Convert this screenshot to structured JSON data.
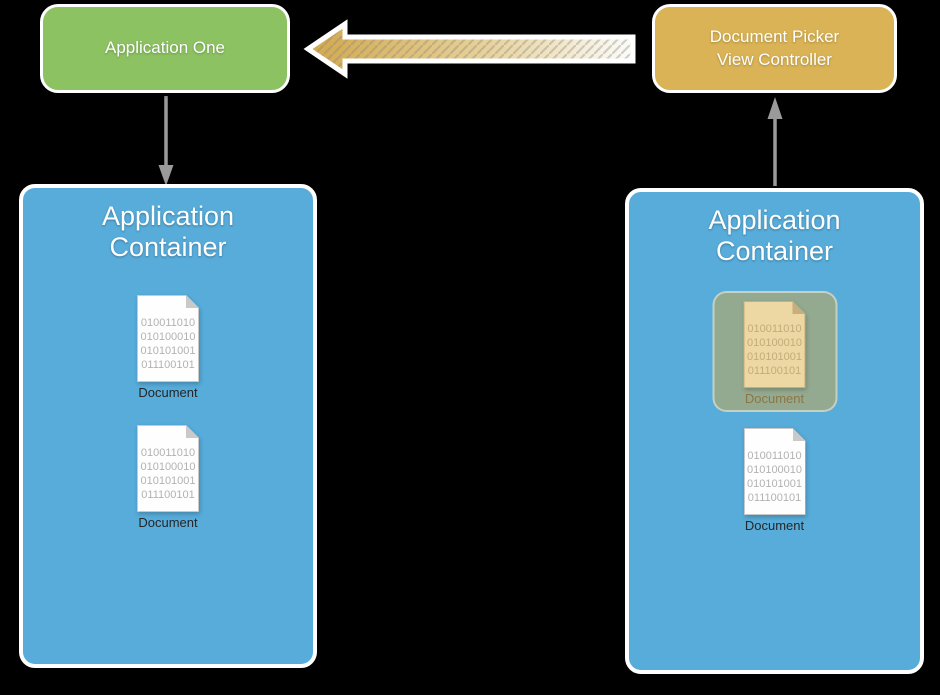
{
  "colors": {
    "canvas-bg": "#000000",
    "node-green": "#8CC262",
    "node-gold": "#D9B355",
    "container-blue": "#57ACDA",
    "selection-bg": "#94AA90",
    "arrow-gray": "#9A9A9A",
    "big-arrow-gold": "#D2A84B",
    "big-arrow-mid": "#E8D29A",
    "big-arrow-light": "#FCFCF9",
    "doc-bg": "#FEFEFE",
    "doc-border": "#C9C9C9",
    "doc-binary": "#B2B2B2",
    "doc-label": "#262626",
    "doc-tinted-bg": "#EDD7A2",
    "doc-tinted-border": "#C6AE7D",
    "doc-tinted-binary": "#C3AB7B",
    "doc-tinted-label": "#8E7544"
  },
  "nodes": {
    "app_one": {
      "label": "Application One"
    },
    "picker": {
      "label": "Document Picker View Controller"
    }
  },
  "containers": {
    "left": {
      "title": "Application Container"
    },
    "right": {
      "title": "Application Container"
    }
  },
  "document": {
    "binary": [
      "010011010",
      "010100010",
      "010101001",
      "011100101"
    ],
    "label": "Document"
  }
}
